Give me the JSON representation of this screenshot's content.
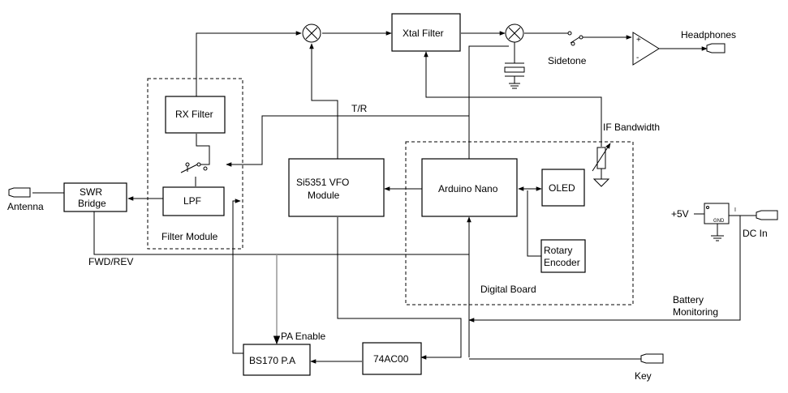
{
  "blocks": {
    "xtal_filter": "Xtal Filter",
    "rx_filter": "RX Filter",
    "lpf": "LPF",
    "swr_bridge_line1": "SWR",
    "swr_bridge_line2": "Bridge",
    "vfo_line1": "Si5351 VFO",
    "vfo_line2": "Module",
    "arduino": "Arduino Nano",
    "oled": "OLED",
    "rotary_line1": "Rotary",
    "rotary_line2": "Encoder",
    "pa": "BS170 P.A",
    "logic": "74AC00"
  },
  "groups": {
    "filter_module": "Filter Module",
    "digital_board": "Digital Board"
  },
  "labels": {
    "headphones": "Headphones",
    "sidetone": "Sidetone",
    "tr": "T/R",
    "if_bandwidth": "IF Bandwidth",
    "antenna": "Antenna",
    "fwd_rev": "FWD/REV",
    "pa_enable": "PA Enable",
    "key": "Key",
    "plus5v": "+5V",
    "gnd": "GND",
    "reg_pin_i": "I",
    "dc_in": "DC In",
    "battery_line1": "Battery",
    "battery_line2": "Monitoring"
  }
}
